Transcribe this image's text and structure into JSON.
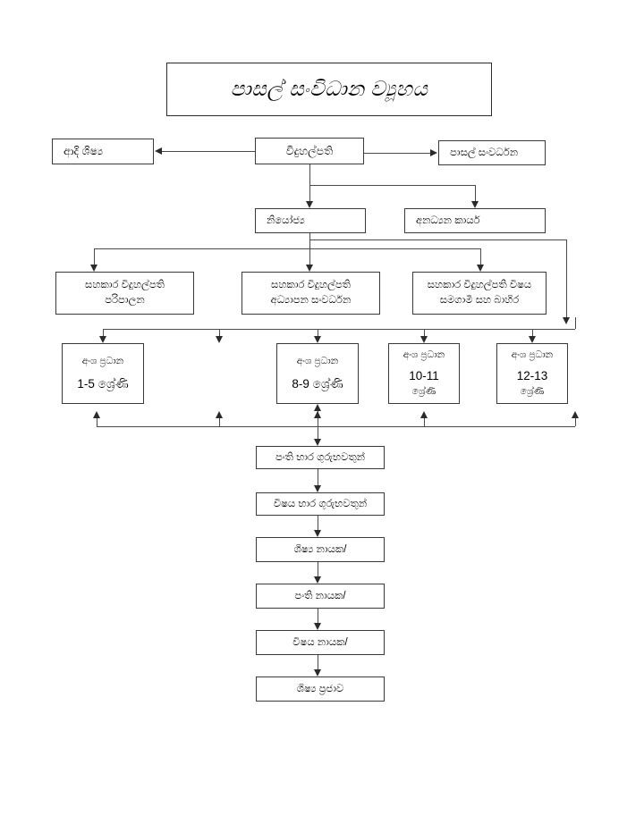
{
  "document": {
    "language": "Sinhala",
    "title_box": {
      "text": "පාසල් සංවිධාන ව්‍යූහය"
    }
  },
  "nodes": {
    "alumni": {
      "label": "ආදි ශිෂ්‍ය"
    },
    "principal": {
      "label": "විදුහල්පති"
    },
    "school_development": {
      "label": "පාසල් සංවර්ධන"
    },
    "deputy": {
      "label": "නියෝජ්‍ය"
    },
    "non_academic": {
      "label": "අනධ්‍යන කාර්ය"
    },
    "asst_admin": {
      "line1": "සහකාර විදුහල්පති",
      "line2": "පරිපාලන"
    },
    "asst_education": {
      "line1": "සහකාර විදුහල්පති",
      "line2": "අධ්‍යාපන සංවර්ධන"
    },
    "asst_cocurricular": {
      "line1": "සහකාර විදුහල්පති විෂය",
      "line2": "සමගාමී සහ බාහිර"
    },
    "section_1_5": {
      "line1": "අංශ ප්‍රධාන",
      "line2": "1-5 ශ්‍රේණි"
    },
    "section_8_9": {
      "line1": "අංශ ප්‍රධාන",
      "line2": "8-9 ශ්‍රේණි"
    },
    "section_10_11": {
      "line1": "අංශ ප්‍රධාන",
      "line2": "10-11",
      "line3": "ශ්‍රේණි"
    },
    "section_12_13": {
      "line1": "අංශ ප්‍රධාන",
      "line2": "12-13",
      "line3": "ශ්‍රේණි"
    },
    "class_teachers": {
      "label": "පංති භාර ගුරුභවතුන්"
    },
    "subject_teachers": {
      "label": "විෂය භාර ගුරුභවතුන්"
    },
    "student_leader": {
      "label": "ශිෂ්‍ය නායක/"
    },
    "class_leader": {
      "label": "පංති නායක/"
    },
    "subject_leader": {
      "label": "විෂය නායක/"
    },
    "student_community": {
      "label": "ශිෂ්‍ය ප්‍රජාව"
    }
  },
  "style": {
    "line_color": "#4a4a4a",
    "arrow_color": "#2b2b2b",
    "box_border": "#3a3a3a",
    "background": "#ffffff",
    "text_color": "#000000"
  }
}
